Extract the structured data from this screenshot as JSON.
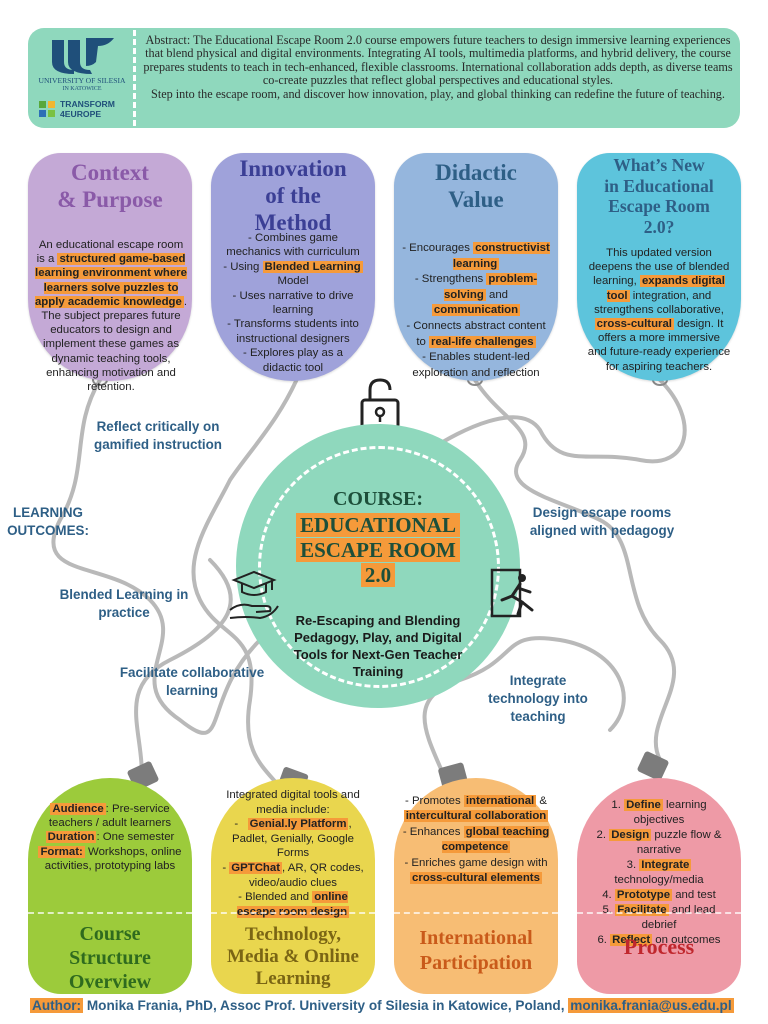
{
  "header": {
    "university_name": "UNIVERSITY OF SILESIA",
    "university_city": "IN KATOWICE",
    "partner_logo": "TRANSFORM 4EUROPE",
    "partner_logo_line1": "TRANSFORM",
    "partner_logo_line2": "4EUROPE",
    "abstract": "Abstract: The Educational Escape Room 2.0 course empowers future teachers to design immersive learning experiences that blend physical and digital environments. Integrating AI tools, multimedia platforms, and hybrid delivery, the course prepares students to teach in tech-enhanced, flexible classrooms. International collaboration adds depth, as diverse teams co-create puzzles that reflect global perspectives and educational styles.",
    "tagline": "Step into the escape room, and discover how innovation, play, and global thinking can redefine the future of teaching."
  },
  "top_tags": [
    {
      "title_l1": "Context",
      "title_l2": "& Purpose",
      "title_l3": "",
      "color": "#c4a9d6",
      "title_color": "#8a5aa8"
    },
    {
      "title_l1": "Innovation",
      "title_l2": "of the",
      "title_l3": "Method",
      "color": "#9fa2da",
      "title_color": "#3b3f95"
    },
    {
      "title_l1": "Didactic",
      "title_l2": "Value",
      "title_l3": "",
      "color": "#95b6dd",
      "title_color": "#2e5f86"
    },
    {
      "title_l1": "What’s New",
      "title_l2": "in Educational",
      "title_l3": "Escape Room",
      "title_l4": "2.0?",
      "color": "#5dc4dc",
      "title_color": "#2e5f86"
    }
  ],
  "context": {
    "t1": "An educational escape room is a ",
    "h1": "structured game-based learning environment where learners solve puzzles to apply academic knowledge",
    "t2": ". The subject prepares future educators to design and implement these games as dynamic teaching tools, enhancing motivation and retention."
  },
  "innovation": {
    "l1": "- Combines game mechanics with curriculum",
    "l2a": "- Using ",
    "l2h": "Blended Learning",
    "l2b": " Model",
    "l3": "- Uses narrative to drive learning",
    "l4": "- Transforms students into instructional designers",
    "l5": "- Explores play as a didactic tool"
  },
  "didactic": {
    "l1a": "- Encourages ",
    "l1h": "constructivist learning",
    "l2a": "- Strengthens ",
    "l2h": "problem-solving",
    "l2b": " and ",
    "l2h2": "communication",
    "l3a": "- Connects abstract content to ",
    "l3h": "real-life challenges",
    "l4": "- Enables student-led exploration and reflection"
  },
  "whatsnew": {
    "t1": "This updated version deepens the use of blended learning, ",
    "h1": "expands digital tool",
    "t2": " integration, and strengthens collaborative, ",
    "h2": "cross-cultural",
    "t3": " design. It offers a more immersive and future-ready experience for aspiring teachers."
  },
  "center": {
    "label": "COURSE:",
    "name_l1": "EDUCATIONAL",
    "name_l2": "ESCAPE ROOM",
    "name_l3": "2.0",
    "subtitle": "Re-Escaping and Blending Pedagogy, Play, and Digital Tools for Next-Gen Teacher Training"
  },
  "learning_outcomes": {
    "heading": "LEARNING OUTCOMES:",
    "items": [
      "Reflect critically on gamified instruction",
      "Blended Learning in practice",
      "Facilitate collaborative learning",
      "Design escape rooms aligned with pedagogy",
      "Integrate technology into teaching"
    ]
  },
  "bottom_tags": [
    {
      "title_l1": "Course",
      "title_l2": "Structure",
      "title_l3": "Overview",
      "color": "#9ccb3b",
      "title_color": "#2f6b1e"
    },
    {
      "title_l1": "Technology,",
      "title_l2": "Media & Online",
      "title_l3": "Learning",
      "color": "#e9d64e",
      "title_color": "#7a6514"
    },
    {
      "title_l1": "International",
      "title_l2": "Participation",
      "title_l3": "",
      "color": "#f7bd74",
      "title_color": "#c95a1a"
    },
    {
      "title_l1": "Process",
      "title_l2": "",
      "title_l3": "",
      "color": "#ee9aa6",
      "title_color": "#c0272d"
    }
  ],
  "structure": {
    "l1h": "Audience",
    "l1t": ": Pre-service teachers / adult learners",
    "l2h": "Duration",
    "l2t": ": One semester",
    "l3h": "Format:",
    "l3t": " Workshops, online activities, prototyping labs"
  },
  "tech": {
    "intro": "Integrated digital tools and media include:",
    "l1h": "Genial.ly Platform",
    "l1t": ", Padlet, Genially, Google Forms",
    "l2h": "GPTChat",
    "l2t": ", AR, QR codes, video/audio clues",
    "l3t": "- Blended and ",
    "l3h": "online escape room design"
  },
  "international": {
    "l1a": "- Promotes ",
    "l1h": "international",
    "l1b": " & ",
    "l1h2": "intercultural collaboration",
    "l2a": "- Enhances ",
    "l2h": "global teaching competence",
    "l3a": "- Enriches game design with ",
    "l3h": "cross-cultural elements"
  },
  "process": {
    "steps": [
      {
        "n": "1. ",
        "h": "Define",
        "t": " learning objectives"
      },
      {
        "n": "2. ",
        "h": "Design",
        "t": " puzzle flow & narrative"
      },
      {
        "n": "3. ",
        "h": "Integrate",
        "t": " technology/media"
      },
      {
        "n": "4. ",
        "h": "Prototype",
        "t": " and test"
      },
      {
        "n": "5. ",
        "h": "Facilitate",
        "t": " and lead debrief"
      },
      {
        "n": "6. ",
        "h": "Reflect",
        "t": " on outcomes"
      }
    ]
  },
  "footer": {
    "author_label": "Author:",
    "author_text": " Monika Frania, PhD, Assoc Prof. University of Silesia in Katowice, Poland, ",
    "email": "monika.frania@us.edu.pl"
  }
}
